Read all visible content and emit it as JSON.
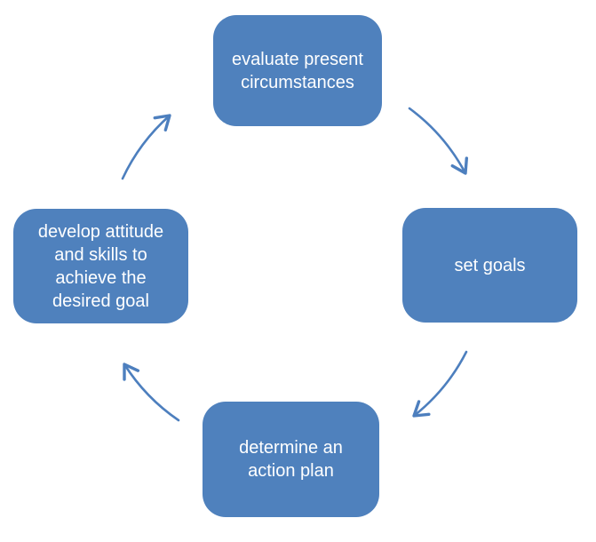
{
  "diagram": {
    "type": "cycle",
    "direction": "clockwise",
    "background_color": "#ffffff",
    "node_fill_color": "#4f81bd",
    "node_text_color": "#ffffff",
    "arrow_color": "#4d7fbe",
    "nodes": [
      {
        "id": "evaluate-present-circumstances",
        "position": "top",
        "label": "evaluate present circumstances",
        "lines": [
          "evaluate present",
          "circumstances"
        ]
      },
      {
        "id": "set-goals",
        "position": "right",
        "label": "set goals",
        "lines": [
          "set goals"
        ]
      },
      {
        "id": "determine-an-action-plan",
        "position": "bottom",
        "label": "determine an action plan",
        "lines": [
          "determine an",
          "action plan"
        ]
      },
      {
        "id": "develop-attitude-and-skills",
        "position": "left",
        "label": "develop attitude and skills to achieve the desired goal",
        "lines": [
          "develop attitude",
          "and skills to",
          "achieve the",
          "desired goal"
        ]
      }
    ],
    "arrows": [
      {
        "from": "evaluate-present-circumstances",
        "to": "set-goals"
      },
      {
        "from": "set-goals",
        "to": "determine-an-action-plan"
      },
      {
        "from": "determine-an-action-plan",
        "to": "develop-attitude-and-skills"
      },
      {
        "from": "develop-attitude-and-skills",
        "to": "evaluate-present-circumstances"
      }
    ]
  }
}
